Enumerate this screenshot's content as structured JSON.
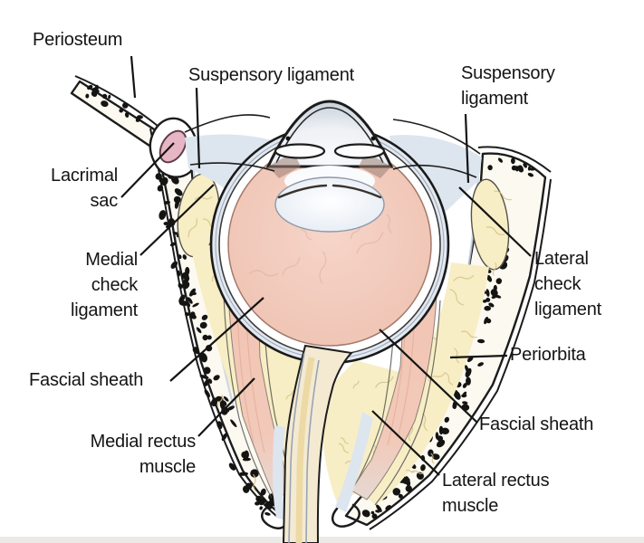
{
  "labels": {
    "periosteum": {
      "lines": [
        "Periosteum"
      ]
    },
    "suspensory_center": {
      "lines": [
        "Suspensory ligament"
      ]
    },
    "suspensory_right": {
      "lines": [
        "Suspensory",
        "ligament"
      ]
    },
    "lacrimal_sac": {
      "lines": [
        "Lacrimal",
        "sac"
      ]
    },
    "medial_check": {
      "lines": [
        "Medial",
        "check",
        "ligament"
      ]
    },
    "fascial_sheath_left": {
      "lines": [
        "Fascial sheath"
      ]
    },
    "medial_rectus": {
      "lines": [
        "Medial rectus",
        "muscle"
      ]
    },
    "lateral_check": {
      "lines": [
        "Lateral",
        "check",
        "ligament"
      ]
    },
    "periorbita": {
      "lines": [
        "Periorbita"
      ]
    },
    "fascial_sheath_right": {
      "lines": [
        "Fascial sheath"
      ]
    },
    "lateral_rectus": {
      "lines": [
        "Lateral rectus",
        "muscle"
      ]
    }
  },
  "colors": {
    "bone_white": "#fcf9f1",
    "fat_yellow": "#f8eec5",
    "fascia_blue": "#dde5ef",
    "globe_pink": "#f1c8b8",
    "muscle_pink": "#f2c6b6",
    "lacrimal_pink": "#e6b6c4",
    "line_black": "#1c1c1c"
  }
}
